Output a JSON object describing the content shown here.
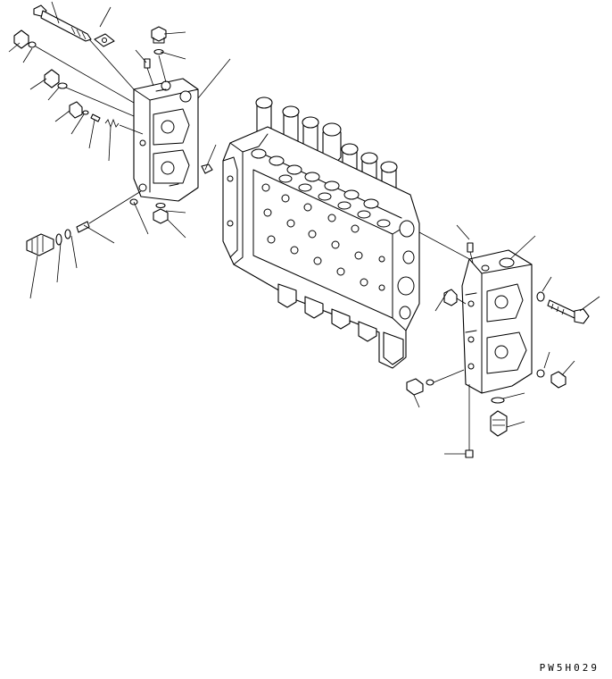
{
  "drawing": {
    "ref_code": "PW5H029",
    "components": [
      {
        "name": "main-valve-body",
        "icon": "valve-block-icon"
      },
      {
        "name": "left-end-cover",
        "icon": "end-cover-icon"
      },
      {
        "name": "right-end-cover",
        "icon": "end-cover-icon"
      },
      {
        "name": "tie-bolts",
        "icon": "bolt-icon"
      },
      {
        "name": "plugs",
        "icon": "plug-icon"
      },
      {
        "name": "o-rings",
        "icon": "o-ring-icon"
      },
      {
        "name": "springs",
        "icon": "spring-icon"
      },
      {
        "name": "relief-valve",
        "icon": "relief-valve-icon"
      }
    ]
  }
}
